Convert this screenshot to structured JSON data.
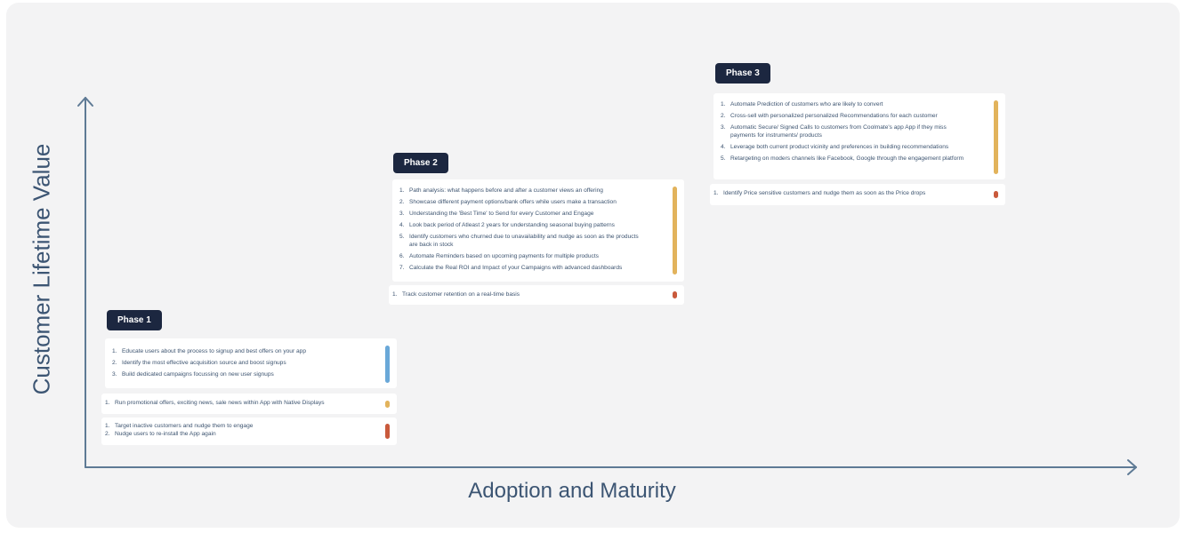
{
  "axes": {
    "y_label": "Customer Lifetime Value",
    "x_label": "Adoption and Maturity"
  },
  "colors": {
    "axis": "#5e7a95",
    "badge_bg": "#1c2740",
    "blue": "#6aa8d8",
    "yellow": "#e2b35c",
    "red": "#c95a3c"
  },
  "phase1": {
    "title": "Phase 1",
    "card1": {
      "items": [
        "Educate users about the process to signup and best offers on your app",
        "Identify the most effective acquisition source and boost signups",
        "Build dedicated campaigns focussing on new user signups"
      ],
      "bar_color": "blue"
    },
    "card2": {
      "items": [
        "Run promotional offers, exciting news, sale news within App with Native Displays"
      ],
      "bar_color": "yellow"
    },
    "card3": {
      "items": [
        "Target inactive customers and nudge them to engage",
        "Nudge users to re-install the App again"
      ],
      "bar_color": "red"
    }
  },
  "phase2": {
    "title": "Phase 2",
    "card1": {
      "items": [
        "Path analysis: what happens before and after a customer views an offering",
        "Showcase different payment options/bank offers while users make a transaction",
        "Understanding the 'Best Time' to Send for every Customer and Engage",
        "Look back period of Atleast 2 years for understanding seasonal buying patterns",
        "Identify customers who churned due to unavailability and nudge as soon as the products are back in stock",
        "Automate Reminders based on upcoming payments for multiple products",
        "Calculate the Real ROI and Impact of your Campaigns with advanced dashboards"
      ],
      "bar_color": "yellow"
    },
    "card2": {
      "items": [
        "Track customer retention on a real-time basis"
      ],
      "bar_color": "red"
    }
  },
  "phase3": {
    "title": "Phase 3",
    "card1": {
      "items": [
        "Automate Prediction of customers who are likely to convert",
        "Cross-sell with personalized personalized Recommendations for each customer",
        "Automatic Secure/ Signed Calls to customers from Coolmate's app App if they miss payments for instruments/ products",
        "Leverage both current product vicinity and preferences in building recommendations",
        "Retargeting on moders channels like Facebook, Google through the engagement platform"
      ],
      "bar_color": "yellow"
    },
    "card2": {
      "items": [
        "Identify Price sensitive customers and nudge them as soon as the Price drops"
      ],
      "bar_color": "red"
    }
  }
}
